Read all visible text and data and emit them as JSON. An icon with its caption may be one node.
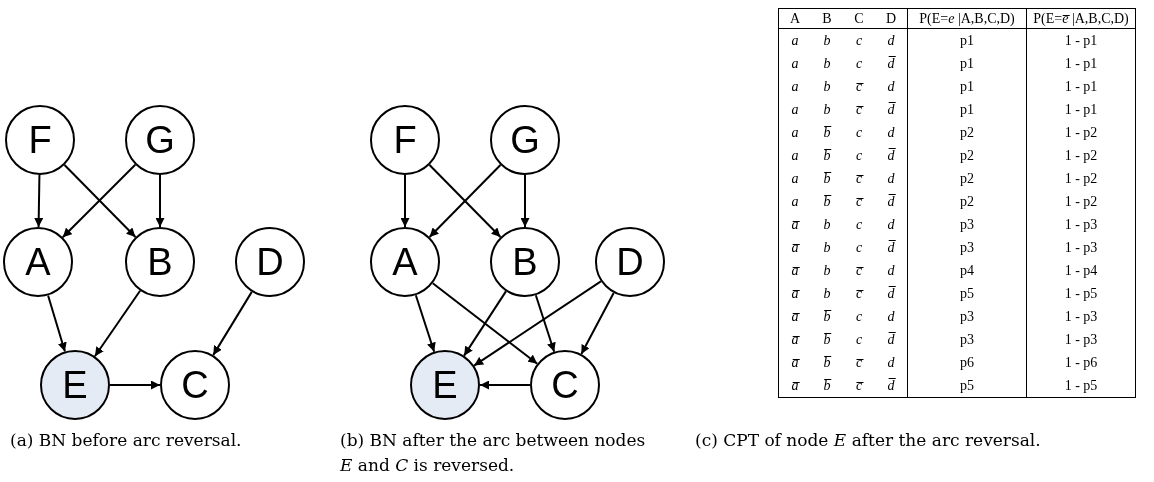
{
  "diagram": {
    "nodes": [
      {
        "text": [
          "F"
        ]
      },
      {
        "text": [
          "G"
        ]
      },
      {
        "text": [
          "A"
        ]
      },
      {
        "text": [
          "B"
        ]
      },
      {
        "text": [
          "D"
        ]
      },
      {
        "text": [
          "E"
        ]
      },
      {
        "text": [
          "C"
        ]
      },
      {
        "text": [
          "F"
        ]
      },
      {
        "text": [
          "G"
        ]
      },
      {
        "text": [
          "A"
        ]
      },
      {
        "text": [
          "B"
        ]
      },
      {
        "text": [
          "D"
        ]
      },
      {
        "text": [
          "E"
        ]
      },
      {
        "text": [
          "C"
        ]
      }
    ],
    "edges": [
      {
        "from": 0,
        "to": 2,
        "arrow": "to"
      },
      {
        "from": 0,
        "to": 3,
        "arrow": "to"
      },
      {
        "from": 1,
        "to": 2,
        "arrow": "to"
      },
      {
        "from": 1,
        "to": 3,
        "arrow": "to"
      },
      {
        "from": 2,
        "to": 5,
        "arrow": "to"
      },
      {
        "from": 3,
        "to": 5,
        "arrow": "to"
      },
      {
        "from": 4,
        "to": 6,
        "arrow": "to"
      },
      {
        "from": 5,
        "to": 6,
        "arrow": "to"
      },
      {
        "from": 7,
        "to": 9,
        "arrow": "to"
      },
      {
        "from": 7,
        "to": 10,
        "arrow": "to"
      },
      {
        "from": 8,
        "to": 9,
        "arrow": "to"
      },
      {
        "from": 8,
        "to": 10,
        "arrow": "to"
      },
      {
        "from": 9,
        "to": 12,
        "arrow": "to"
      },
      {
        "from": 9,
        "to": 13,
        "arrow": "to"
      },
      {
        "from": 10,
        "to": 12,
        "arrow": "to"
      },
      {
        "from": 10,
        "to": 13,
        "arrow": "to"
      },
      {
        "from": 11,
        "to": 12,
        "arrow": "to"
      },
      {
        "from": 11,
        "to": 13,
        "arrow": "to"
      },
      {
        "from": 13,
        "to": 12,
        "arrow": "to"
      }
    ],
    "labels": [
      "A",
      "B",
      "C",
      "D",
      "P(E=*e* |A,B,C,D)",
      "P(E=*e̅* |A,B,C,D)",
      "a",
      "b",
      "c",
      "d",
      "p1",
      "1 - p1",
      "a",
      "b",
      "c",
      "d̅",
      "p1",
      "1 - p1",
      "a",
      "b",
      "c̅",
      "d",
      "p1",
      "1 - p1",
      "a",
      "b",
      "c̅",
      "d̅",
      "p1",
      "1 - p1",
      "a",
      "b̅",
      "c",
      "d",
      "p2",
      "1 - p2",
      "a",
      "b̅",
      "c",
      "d̅",
      "p2",
      "1 - p2",
      "a",
      "b̅",
      "c̅",
      "d",
      "p2",
      "1 - p2",
      "a",
      "b̅",
      "c̅",
      "d̅",
      "p2",
      "1 - p2",
      "a̅",
      "b",
      "c",
      "d",
      "p3",
      "1 - p3",
      "a̅",
      "b",
      "c",
      "d̅",
      "p3",
      "1 - p3",
      "a̅",
      "b",
      "c̅",
      "d",
      "p4",
      "1 - p4",
      "a̅",
      "b",
      "c̅",
      "d̅",
      "p5",
      "1 - p5",
      "a̅",
      "b̅",
      "c",
      "d",
      "p3",
      "1 - p3",
      "a̅",
      "b̅",
      "c",
      "d̅",
      "p3",
      "1 - p3",
      "a̅",
      "b̅",
      "c̅",
      "d",
      "p6",
      "1 - p6",
      "a̅",
      "b̅",
      "c̅",
      "d̅",
      "p5",
      "1 - p5",
      "(a) BN before arc reversal.",
      "(b) BN after the arc between nodes *E* and *C* is reversed.",
      "(c) CPT of node *E* after the arc reversal."
    ]
  }
}
